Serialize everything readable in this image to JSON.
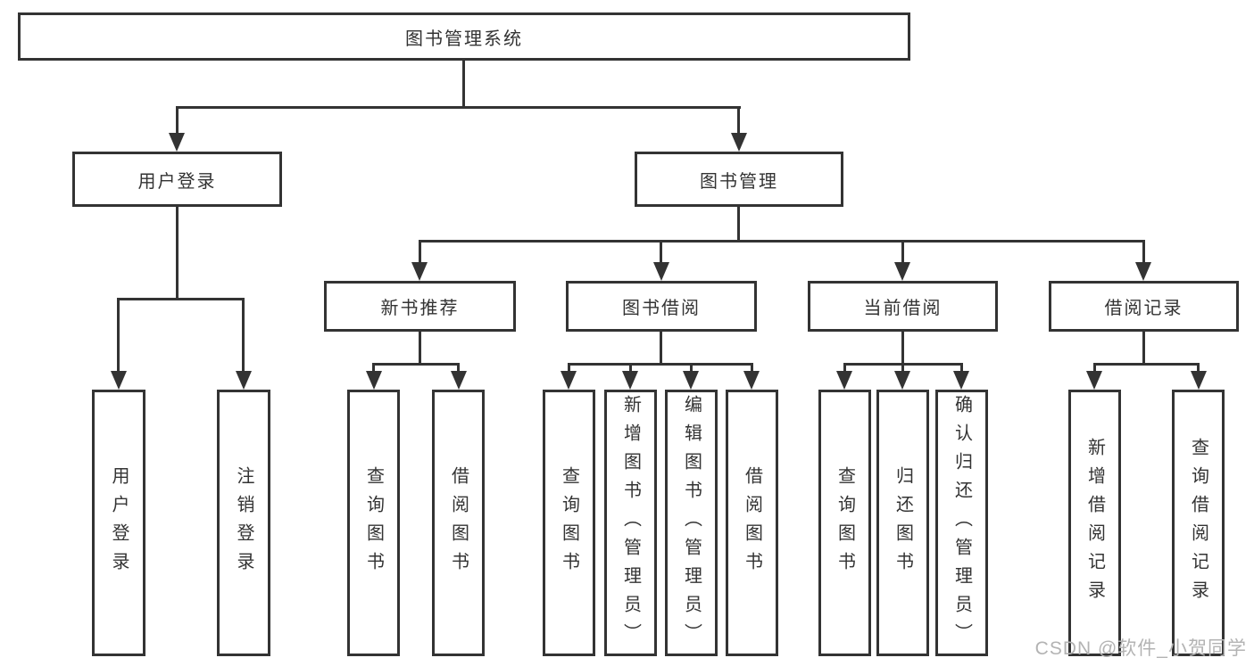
{
  "diagram": {
    "root": {
      "label": "图书管理系统"
    },
    "level2": [
      {
        "label": "用户登录"
      },
      {
        "label": "图书管理"
      }
    ],
    "level3": [
      {
        "label": "新书推荐"
      },
      {
        "label": "图书借阅"
      },
      {
        "label": "当前借阅"
      },
      {
        "label": "借阅记录"
      }
    ],
    "leaves": {
      "user": [
        "用户登录",
        "注销登录"
      ],
      "recommend": [
        "查询图书",
        "借阅图书"
      ],
      "borrow": [
        "查询图书",
        "新增图书（管理员）",
        "编辑图书（管理员）",
        "借阅图书"
      ],
      "current": [
        "查询图书",
        "归还图书",
        "确认归还（管理员）"
      ],
      "records": [
        "新增借阅记录",
        "查询借阅记录"
      ]
    }
  },
  "watermark": {
    "text": "CSDN @软件_小贺同学"
  },
  "colors": {
    "background": "#ffffff",
    "line": "#333333",
    "text": "#333333",
    "watermark": "#b3b3b3"
  }
}
